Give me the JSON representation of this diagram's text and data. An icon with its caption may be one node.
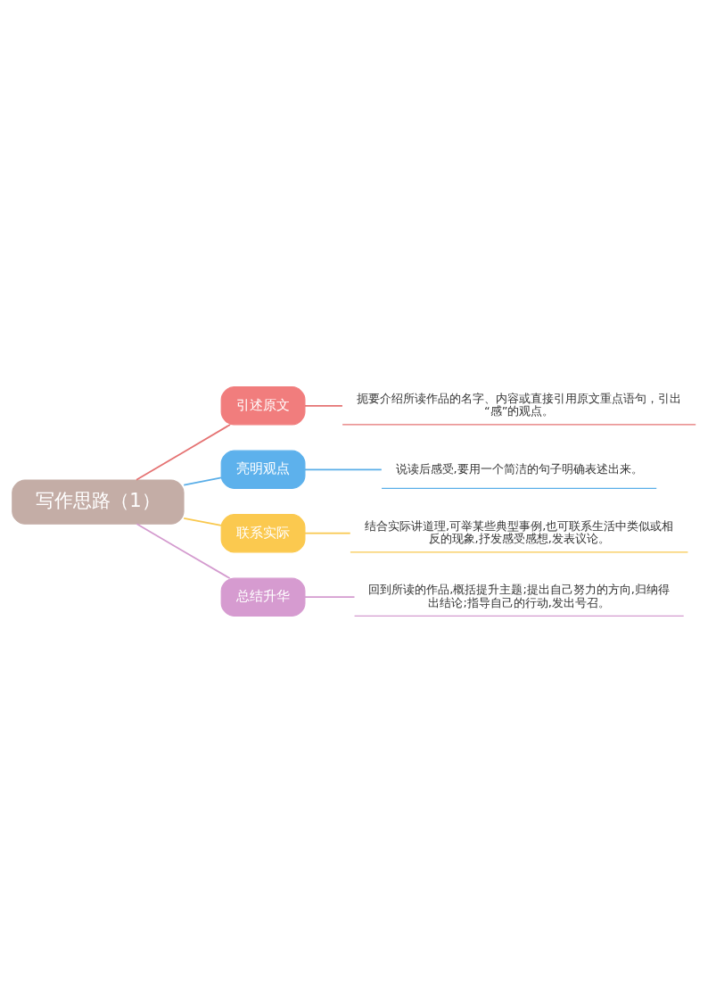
{
  "diagram": {
    "nodes": [
      {
        "text": [
          "写作思路（1）"
        ]
      },
      {
        "text": [
          "引述原文"
        ]
      },
      {
        "text": [
          "扼要介绍所读作品的名字、内容或直接引用原文重点语句，引出“感”的观点。"
        ]
      },
      {
        "text": [
          "亮明观点"
        ]
      },
      {
        "text": [
          "说读后感受,要用一个简洁的句子明确表述出来。"
        ]
      },
      {
        "text": [
          "联系实际"
        ]
      },
      {
        "text": [
          "结合实际讲道理,可举某些典型事例,也可联系生活中类似或相反的现象,抒发感受感想,发表议论。"
        ]
      },
      {
        "text": [
          "总结升华"
        ]
      },
      {
        "text": [
          "回到所读的作品,概括提升主题;提出自己努力的方向,归纳得出结论;指导自己的行动,发出号召。"
        ]
      }
    ],
    "edges": [
      {
        "from": 0,
        "to": 1,
        "arrow": "none",
        "color": "#e57373"
      },
      {
        "from": 1,
        "to": 2,
        "arrow": "none",
        "color": "#e57373"
      },
      {
        "from": 0,
        "to": 3,
        "arrow": "none",
        "color": "#5aaee8"
      },
      {
        "from": 3,
        "to": 4,
        "arrow": "none",
        "color": "#5aaee8"
      },
      {
        "from": 0,
        "to": 5,
        "arrow": "none",
        "color": "#f9c84e"
      },
      {
        "from": 5,
        "to": 6,
        "arrow": "none",
        "color": "#f9c84e"
      },
      {
        "from": 0,
        "to": 7,
        "arrow": "none",
        "color": "#d49bcf"
      },
      {
        "from": 7,
        "to": 8,
        "arrow": "none",
        "color": "#d49bcf"
      }
    ]
  }
}
